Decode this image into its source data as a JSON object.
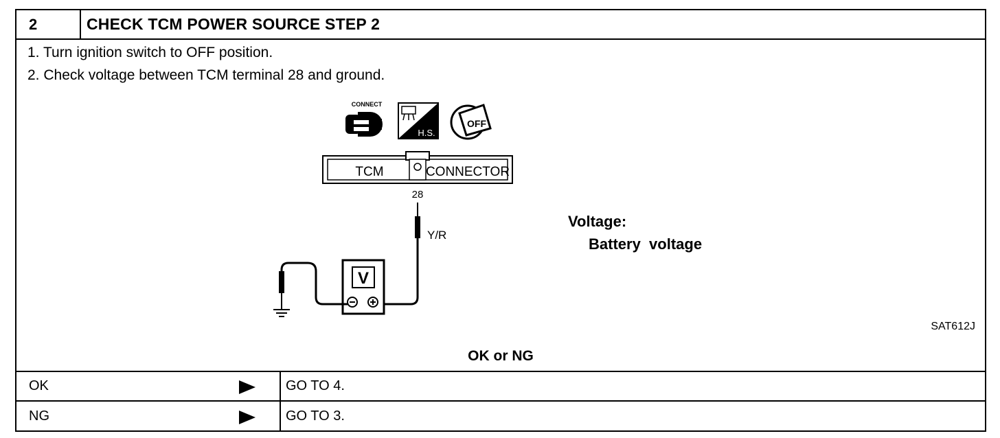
{
  "step": {
    "number": "2",
    "title": "CHECK TCM POWER SOURCE STEP 2"
  },
  "instructions": [
    "1.  Turn ignition switch to OFF position.",
    "2.  Check voltage between TCM terminal 28 and ground."
  ],
  "diagram": {
    "icons": {
      "connect_label": "CONNECT",
      "hs_label": "H.S.",
      "off_label": "OFF"
    },
    "connector_left": "TCM",
    "connector_right": "CONNECTOR",
    "terminal": "28",
    "wire_color": "Y/R",
    "meter": "V",
    "spec_label": "Voltage:",
    "spec_value": "Battery  voltage",
    "figure_id": "SAT612J"
  },
  "result": {
    "header": "OK or NG",
    "rows": [
      {
        "status": "OK",
        "action": "GO TO 4."
      },
      {
        "status": "NG",
        "action": "GO TO 3."
      }
    ]
  }
}
